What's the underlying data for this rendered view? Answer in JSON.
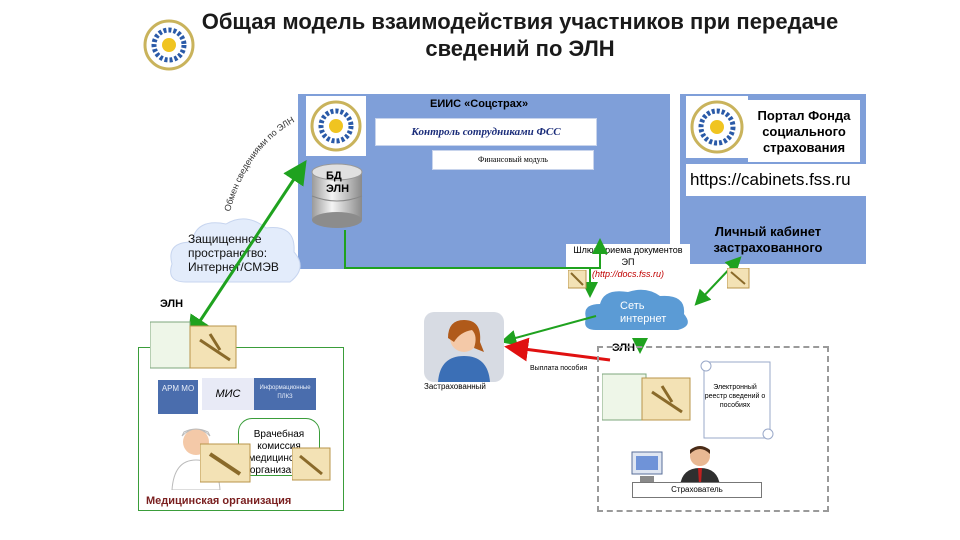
{
  "title": "Общая модель взаимодействия участников при передаче сведений по ЭЛН",
  "eiis": {
    "label": "ЕИИС «Соцстрах»",
    "control": "Контроль сотрудниками ФСС",
    "finance": "Финансовый модуль",
    "db_line1": "БД",
    "db_line2": "ЭЛН"
  },
  "portal": {
    "label": "Портал Фонда социального страхования",
    "url": "https://cabinets.fss.ru"
  },
  "cabinet": "Личный кабинет застрахованного",
  "gateway": {
    "text": "Шлюз приема документов ЭП",
    "link": "(http://docs.fss.ru)"
  },
  "exchange_label": "Обмен сведениями по ЭЛН",
  "cloud": {
    "line1": "Защищенное",
    "line2": "пространство:",
    "line3": "Интернет/СМЭВ"
  },
  "eln_left": "ЭЛН",
  "eln_right": "ЭЛН",
  "internet": {
    "line1": "Сеть",
    "line2": "интернет"
  },
  "payment": "Выплата пособия",
  "insured": "Застрахованный",
  "medical": {
    "arm": "АРМ МО",
    "mis": "МИС",
    "infosys": "Информационные ПЛКЗ",
    "commission": "Врачебная комиссия медицинской организации",
    "label": "Медицинская организация"
  },
  "registry": "Электронный реестр сведений о пособиях",
  "employer": "Страхователь",
  "colors": {
    "panel": "#7f9fd9",
    "arrow_green": "#1fa21f",
    "arrow_red": "#e01010",
    "org_label": "#7a1f1f"
  }
}
